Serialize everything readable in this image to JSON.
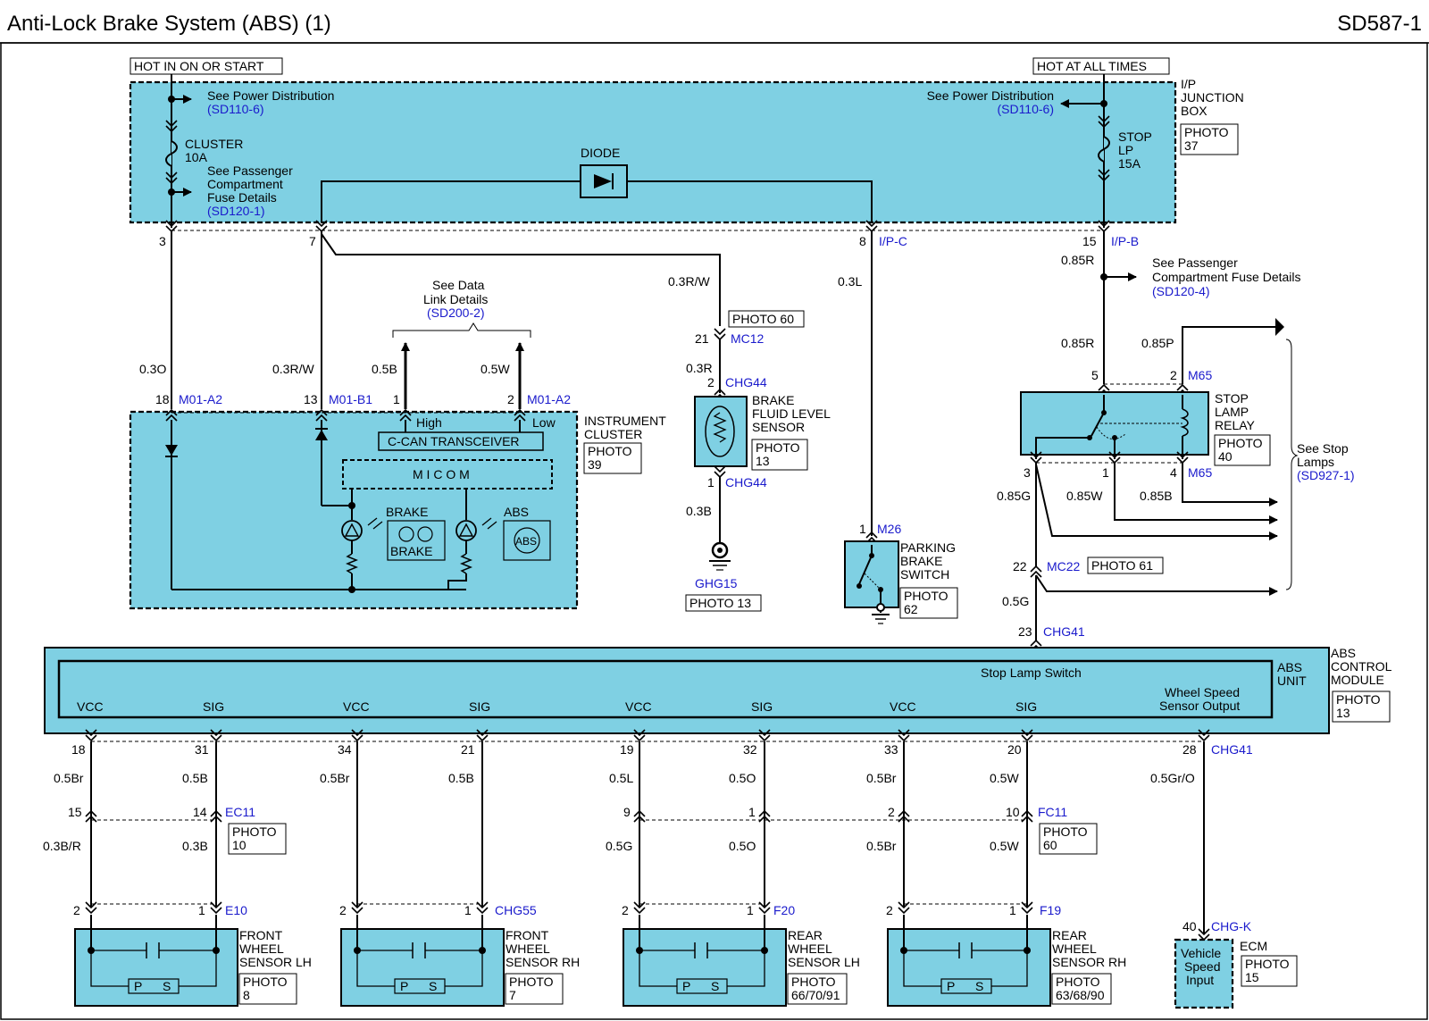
{
  "header": {
    "title": "Anti-Lock Brake System (ABS) (1)",
    "code": "SD587-1"
  },
  "labels": {
    "hot_run": "HOT IN ON OR START",
    "hot_all": "HOT AT ALL TIMES",
    "see_pd": "See Power Distribution",
    "sd110": "(SD110-6)",
    "cluster_fuse": "CLUSTER",
    "cluster_amp": "10A",
    "see_pass": "See Passenger",
    "compartment": "Compartment",
    "fuse_details": "Fuse Details",
    "sd120_1": "(SD120-1)",
    "diode": "DIODE",
    "stop_fuse": "STOP",
    "stop_lp": "LP",
    "stop_amp": "15A",
    "jb1": "I/P",
    "jb2": "JUNCTION",
    "jb3": "BOX",
    "photo": "PHOTO",
    "ph37": "37",
    "ipc": "I/P-C",
    "ipb": "I/P-B",
    "see_pass_fuse": "Compartment Fuse Details",
    "sd120_4": "(SD120-4)",
    "see_data": "See Data",
    "link_details": "Link Details",
    "sd200": "(SD200-2)",
    "m01a2": "M01-A2",
    "m01b1": "M01-B1",
    "high": "High",
    "low": "Low",
    "ccan": "C-CAN TRANSCEIVER",
    "micom": "M I C O M",
    "brake": "BRAKE",
    "abs": "ABS",
    "abs_icon": "ABS",
    "ic1": "INSTRUMENT",
    "ic2": "CLUSTER",
    "ph39": "39",
    "photo60": "PHOTO 60",
    "mc12": "MC12",
    "chg44": "CHG44",
    "bf1": "BRAKE",
    "bf2": "FLUID LEVEL",
    "bf3": "SENSOR",
    "ph13": "13",
    "ghg15": "GHG15",
    "photo13": "PHOTO 13",
    "m26": "M26",
    "pb1": "PARKING",
    "pb2": "BRAKE",
    "pb3": "SWITCH",
    "ph62": "62",
    "m65": "M65",
    "sl1": "STOP",
    "sl2": "LAMP",
    "sl3": "RELAY",
    "ph40": "40",
    "see_stop": "See Stop",
    "lamps": "Lamps",
    "sd927": "(SD927-1)",
    "mc22": "MC22",
    "photo61": "PHOTO 61",
    "chg41": "CHG41",
    "stop_lamp_switch": "Stop Lamp Switch",
    "wss1": "Wheel Speed",
    "wss2": "Sensor Output",
    "abs_unit1": "ABS",
    "abs_unit2": "UNIT",
    "acm1": "ABS",
    "acm2": "CONTROL",
    "acm3": "MODULE",
    "vcc": "VCC",
    "sig": "SIG",
    "ec11": "EC11",
    "ph10": "10",
    "fc11": "FC11",
    "ph60": "60",
    "e10": "E10",
    "chg55": "CHG55",
    "f20": "F20",
    "f19": "F19",
    "chgk": "CHG-K",
    "ps_p": "P",
    "ps_s": "S",
    "fl1": "FRONT",
    "fl2": "WHEEL",
    "fl3": "SENSOR LH",
    "ph8": "8",
    "fr1": "FRONT",
    "fr2": "WHEEL",
    "fr3": "SENSOR RH",
    "ph7": "7",
    "rl1": "REAR",
    "rl2": "WHEEL",
    "rl3": "SENSOR LH",
    "ph667": "66/70/91",
    "rr1": "REAR",
    "rr2": "WHEEL",
    "rr3": "SENSOR RH",
    "ph636": "63/68/90",
    "vs1": "Vehicle",
    "vs2": "Speed",
    "vs3": "Input",
    "ecm": "ECM",
    "ph15": "15"
  },
  "wires": {
    "w03O": "0.3O",
    "w03RW": "0.3R/W",
    "w05B": "0.5B",
    "w05W": "0.5W",
    "w03RW2": "0.3R/W",
    "w03R": "0.3R",
    "w03B": "0.3B",
    "w03L": "0.3L",
    "w085R": "0.85R",
    "w085R2": "0.85R",
    "w085P": "0.85P",
    "w085G": "0.85G",
    "w085W": "0.85W",
    "w085B": "0.85B",
    "w05G": "0.5G",
    "a1": "0.5Br",
    "a2": "0.5B",
    "a3": "0.5Br",
    "a4": "0.5B",
    "a5": "0.5L",
    "a6": "0.5O",
    "a7": "0.5Br",
    "a8": "0.5W",
    "a9": "0.5Gr/O",
    "b1": "0.3B/R",
    "b2": "0.3B",
    "b5": "0.5G",
    "b6": "0.5O",
    "b7": "0.5Br",
    "b8": "0.5W"
  },
  "pins": {
    "p3": "3",
    "p7": "7",
    "p8": "8",
    "p15": "15",
    "p18": "18",
    "p13": "13",
    "p1": "1",
    "p2": "2",
    "p21": "21",
    "p2b": "2",
    "p1b": "1",
    "p1c": "1",
    "p5": "5",
    "p2c": "2",
    "p3b": "3",
    "p1d": "1",
    "p4": "4",
    "p22": "22",
    "p23": "23",
    "m18": "18",
    "m31": "31",
    "m34": "34",
    "m21": "21",
    "m19": "19",
    "m32": "32",
    "m33": "33",
    "m20": "20",
    "m28": "28",
    "c15": "15",
    "c14": "14",
    "c9": "9",
    "c1": "1",
    "c2": "2",
    "c10": "10",
    "s2a": "2",
    "s1a": "1",
    "s2b": "2",
    "s1b": "1",
    "s2c": "2",
    "s1c": "1",
    "s2d": "2",
    "s1d": "1",
    "s40": "40"
  }
}
